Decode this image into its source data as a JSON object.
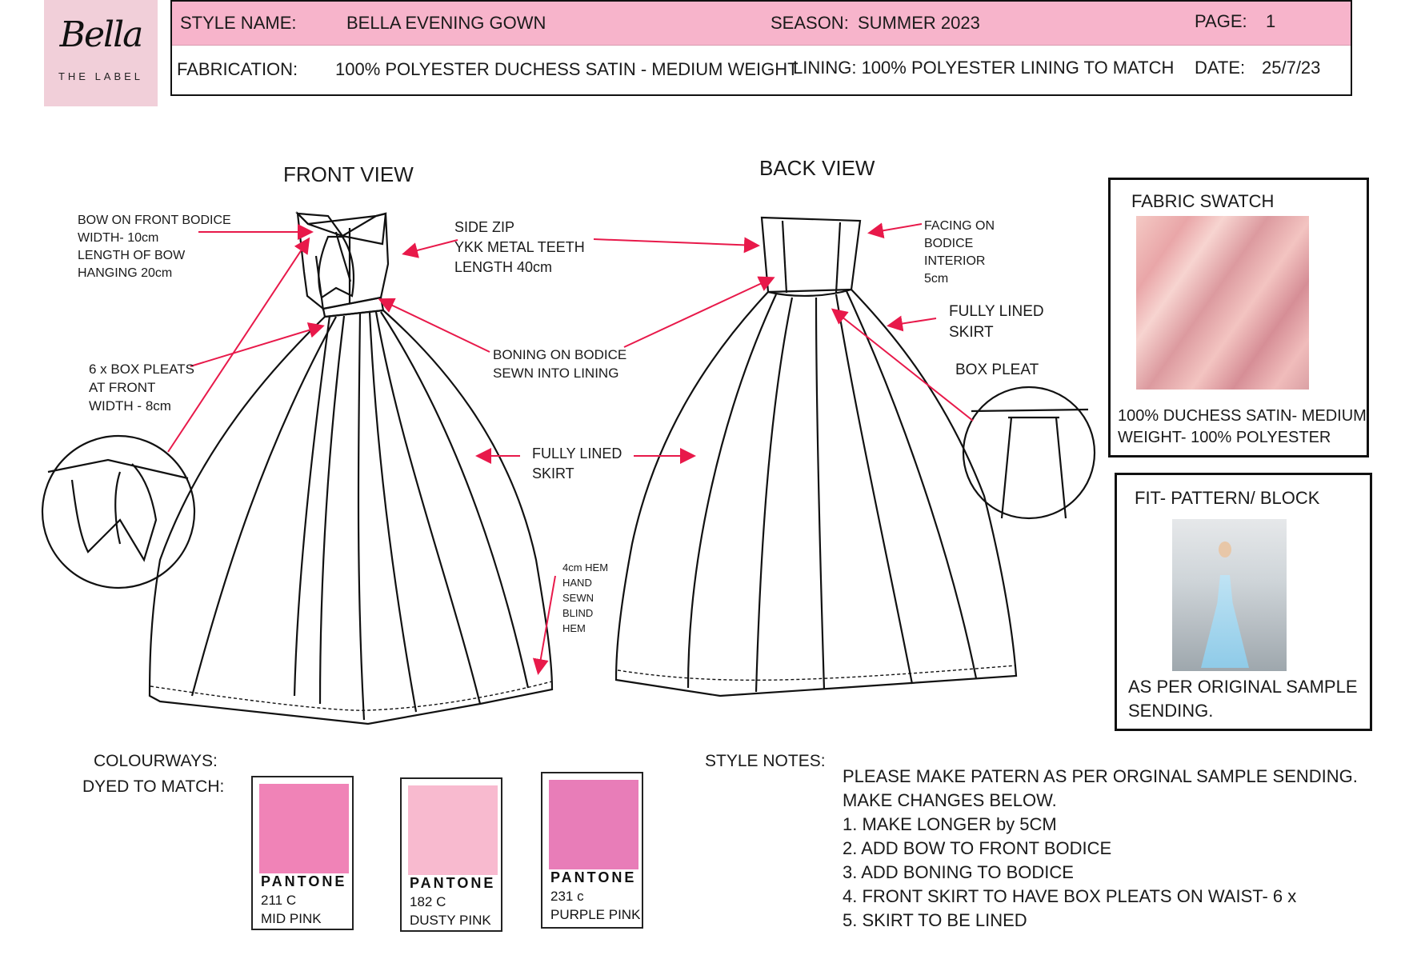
{
  "logo": {
    "script": "Bella",
    "sub": "THE LABEL"
  },
  "header": {
    "style_name_label": "STYLE NAME:",
    "style_name": "BELLA EVENING GOWN",
    "season_label": "SEASON:",
    "season": "SUMMER 2023",
    "page_label": "PAGE:",
    "page": "1",
    "fabrication_label": "FABRICATION:",
    "fabrication": "100% POLYESTER DUCHESS SATIN - MEDIUM WEIGHT",
    "lining": "LINING: 100% POLYESTER LINING TO MATCH",
    "date_label": "DATE:",
    "date": "25/7/23"
  },
  "views": {
    "front": "FRONT VIEW",
    "back": "BACK VIEW"
  },
  "annotations": {
    "bow": [
      "BOW ON FRONT BODICE",
      "WIDTH- 10cm",
      "LENGTH OF BOW",
      "HANGING 20cm"
    ],
    "zip": [
      "SIDE ZIP",
      "YKK  METAL TEETH",
      "LENGTH 40cm"
    ],
    "pleats": [
      "6 x BOX PLEATS",
      "AT FRONT",
      "WIDTH - 8cm"
    ],
    "boning": [
      "BONING ON BODICE",
      "SEWN INTO LINING"
    ],
    "skirt_front": [
      "FULLY LINED",
      "SKIRT"
    ],
    "hem": [
      "4cm HEM",
      "HAND",
      "SEWN",
      "BLIND",
      "HEM"
    ],
    "facing": [
      "FACING ON",
      "BODICE",
      "INTERIOR",
      "5cm"
    ],
    "skirt_back": [
      "FULLY LINED",
      "SKIRT"
    ],
    "box_pleat": "BOX  PLEAT"
  },
  "fabric_swatch": {
    "title": "FABRIC SWATCH",
    "desc": [
      "100%  DUCHESS SATIN- MEDIUM",
      "WEIGHT- 100% POLYESTER"
    ]
  },
  "fit": {
    "title": "FIT-  PATTERN/ BLOCK",
    "desc": [
      "AS PER ORIGINAL SAMPLE",
      "SENDING."
    ]
  },
  "colourways": {
    "label": [
      "COLOURWAYS:",
      "DYED TO MATCH:"
    ],
    "chips": [
      {
        "brand": "PANTONE",
        "code": "211 C",
        "name": "MID PINK",
        "color": "#f083b7"
      },
      {
        "brand": "PANTONE",
        "code": "182 C",
        "name": "DUSTY PINK",
        "color": "#f8bacf"
      },
      {
        "brand": "PANTONE",
        "code": "231 c",
        "name": "PURPLE PINK",
        "color": "#e87db8"
      }
    ]
  },
  "style_notes": {
    "label": "STYLE NOTES:",
    "lines": [
      "PLEASE MAKE PATERN AS PER ORGINAL SAMPLE SENDING.",
      "MAKE CHANGES BELOW.",
      "1. MAKE LONGER by 5CM",
      "2. ADD BOW TO FRONT BODICE",
      "3. ADD BONING TO BODICE",
      "4. FRONT SKIRT  TO HAVE BOX PLEATS ON WAIST- 6 x",
      "5. SKIRT TO BE LINED"
    ]
  },
  "colors": {
    "accent_pink": "#f7b4cb",
    "arrow_red": "#e8194a"
  }
}
